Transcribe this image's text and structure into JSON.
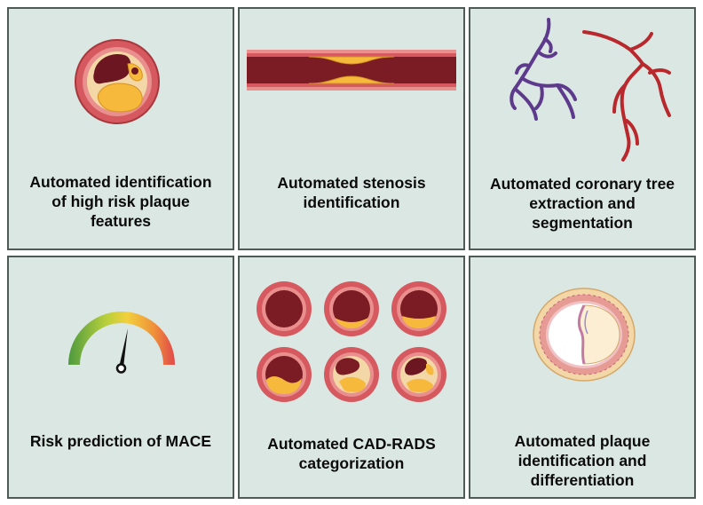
{
  "panels": [
    {
      "id": "high-risk-plaque",
      "caption": [
        "Automated identification",
        "of high risk plaque",
        "features"
      ]
    },
    {
      "id": "stenosis",
      "caption": [
        "Automated stenosis",
        "identification"
      ]
    },
    {
      "id": "coronary-tree",
      "caption": [
        "Automated coronary tree",
        "extraction and",
        "segmentation"
      ]
    },
    {
      "id": "mace",
      "caption": [
        "Risk prediction of MACE"
      ]
    },
    {
      "id": "cad-rads",
      "caption": [
        "Automated CAD-RADS",
        "categorization"
      ]
    },
    {
      "id": "plaque-diff",
      "caption": [
        "Automated plaque",
        "identification and",
        "differentiation"
      ]
    }
  ],
  "colors": {
    "panel_bg": "#dbe7e2",
    "panel_border": "#4f5a57",
    "vessel_wall": "#d5595f",
    "lumen": "#7b1c24",
    "plaque_yellow": "#f6b93b",
    "vein_purple": "#5e3a8c",
    "artery_red": "#b8282c"
  },
  "icons": [
    "artery-cross-section-icon",
    "stenosis-vessel-icon",
    "coronary-tree-icon",
    "risk-gauge-icon",
    "cad-rads-grid-icon",
    "plaque-cross-section-icon"
  ]
}
